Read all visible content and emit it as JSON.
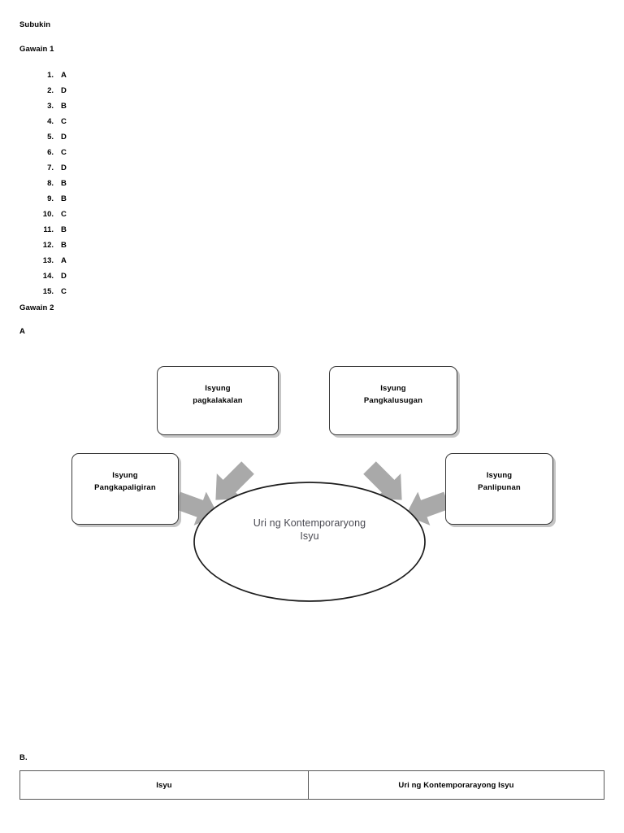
{
  "document": {
    "heading": "Subukin",
    "section_1_title": "Gawain 1",
    "section_2_title": "Gawain 2",
    "part_a_label": "A",
    "part_b_label": "B."
  },
  "answer_key": {
    "items": [
      {
        "number": "1.",
        "answer": "A"
      },
      {
        "number": "2.",
        "answer": "D"
      },
      {
        "number": "3.",
        "answer": "B"
      },
      {
        "number": "4.",
        "answer": "C"
      },
      {
        "number": "5.",
        "answer": "D"
      },
      {
        "number": "6.",
        "answer": "C"
      },
      {
        "number": "7.",
        "answer": "D"
      },
      {
        "number": "8.",
        "answer": "B"
      },
      {
        "number": "9.",
        "answer": "B"
      },
      {
        "number": "10.",
        "answer": "C"
      },
      {
        "number": "11.",
        "answer": "B"
      },
      {
        "number": "12.",
        "answer": "B"
      },
      {
        "number": "13.",
        "answer": "A"
      },
      {
        "number": "14.",
        "answer": "D"
      },
      {
        "number": "15.",
        "answer": "C"
      }
    ]
  },
  "diagram": {
    "center_label_line1": "Uri ng Kontemporaryong",
    "center_label_line2": "Isyu",
    "nodes": [
      {
        "line1": "Isyung",
        "line2": "pagkalakalan"
      },
      {
        "line1": "Isyung",
        "line2": "Pangkalusugan"
      },
      {
        "line1": "Isyung",
        "line2": "Pangkapaligiran"
      },
      {
        "line1": "Isyung",
        "line2": "Panlipunan"
      }
    ],
    "arrow_color": "#a9a9a9",
    "outline_color": "#3a3a3a",
    "center_text_color": "#4a4a52"
  },
  "table": {
    "headers": [
      "Isyu",
      "Uri ng Kontemporarayong Isyu"
    ]
  }
}
